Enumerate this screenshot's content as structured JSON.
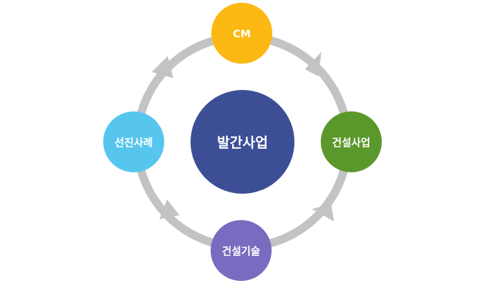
{
  "center": {
    "label": "발간사업",
    "color": "#3c4f96"
  },
  "nodes": [
    {
      "id": "top",
      "label": "CM",
      "color": "#fcb813"
    },
    {
      "id": "right",
      "label": "건설사업",
      "color": "#5b982b"
    },
    {
      "id": "bottom",
      "label": "건설기술",
      "color": "#7a6bc0"
    },
    {
      "id": "left",
      "label": "선진사례",
      "color": "#57c6ee"
    }
  ],
  "connector": {
    "color": "#c3c3c3",
    "direction": "clockwise"
  }
}
